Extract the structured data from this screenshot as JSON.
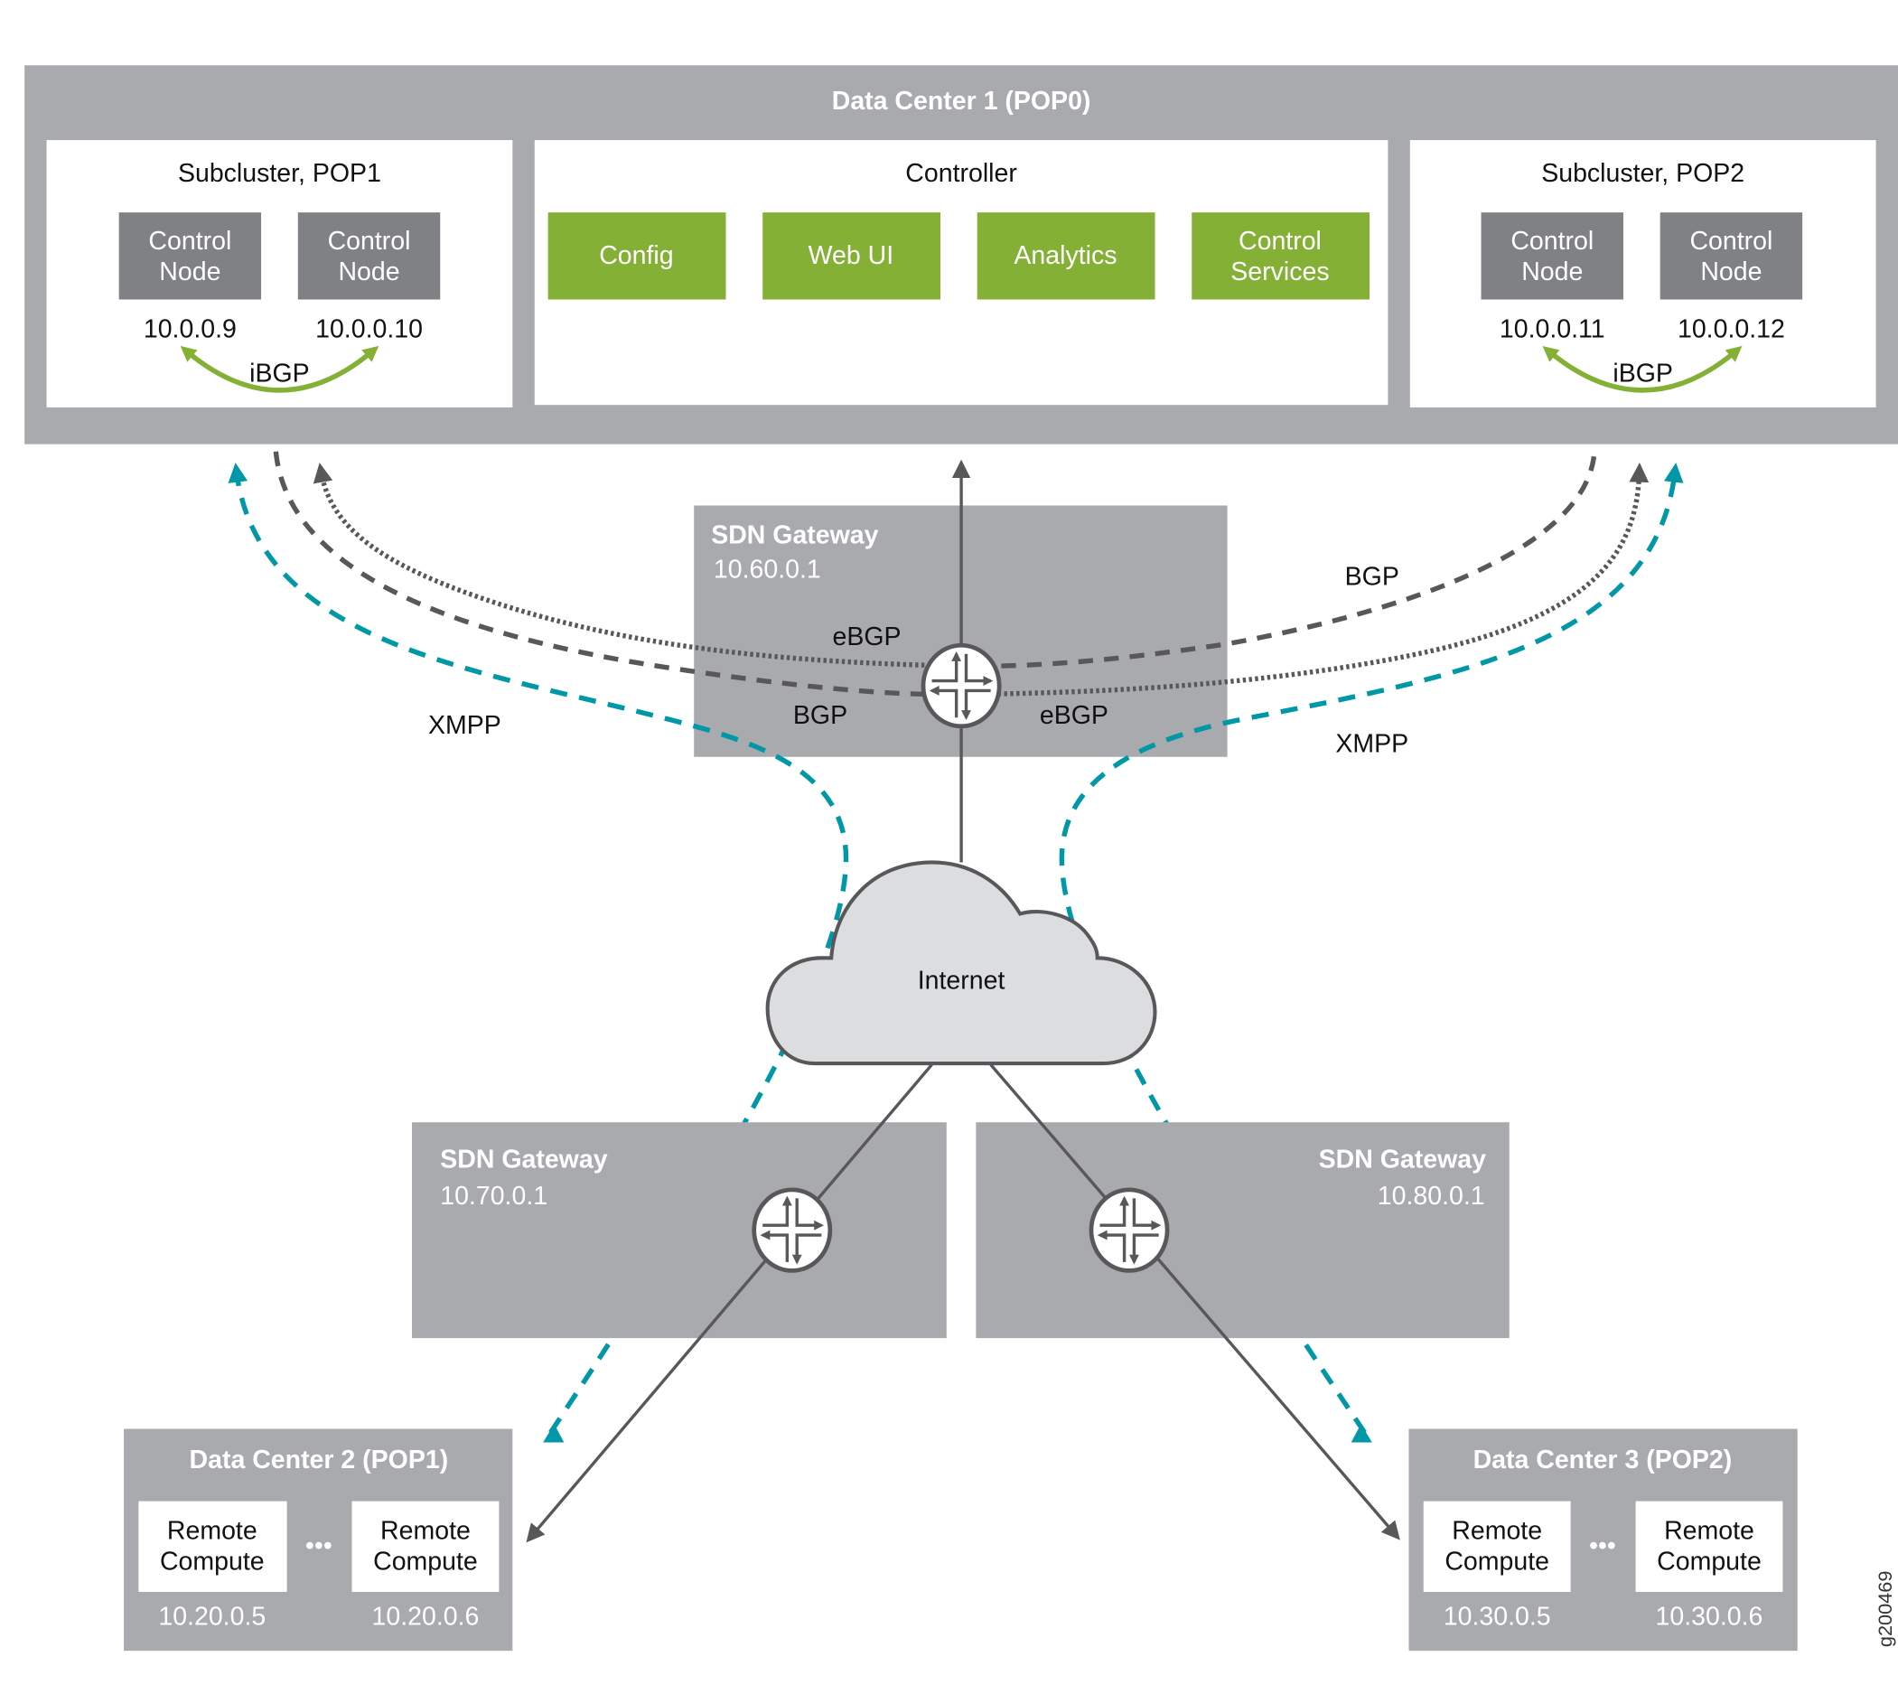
{
  "colors": {
    "panel_gray": "#a9aaad",
    "node_dark": "#808184",
    "green": "#84b135",
    "teal": "#0097a7",
    "line_dark": "#58585a",
    "cloud_fill": "#dcdddf",
    "white": "#ffffff"
  },
  "data_center_1": {
    "title": "Data Center 1 (POP0)",
    "subcluster_pop1": {
      "title": "Subcluster, POP1",
      "nodes": [
        {
          "line1": "Control",
          "line2": "Node",
          "ip": "10.0.0.9"
        },
        {
          "line1": "Control",
          "line2": "Node",
          "ip": "10.0.0.10"
        }
      ],
      "peering_label": "iBGP"
    },
    "controller": {
      "title": "Controller",
      "services": [
        {
          "line1": "Config",
          "line2": ""
        },
        {
          "line1": "Web UI",
          "line2": ""
        },
        {
          "line1": "Analytics",
          "line2": ""
        },
        {
          "line1": "Control",
          "line2": "Services"
        }
      ]
    },
    "subcluster_pop2": {
      "title": "Subcluster, POP2",
      "nodes": [
        {
          "line1": "Control",
          "line2": "Node",
          "ip": "10.0.0.11"
        },
        {
          "line1": "Control",
          "line2": "Node",
          "ip": "10.0.0.12"
        }
      ],
      "peering_label": "iBGP"
    }
  },
  "gateways": {
    "central": {
      "title": "SDN Gateway",
      "ip": "10.60.0.1"
    },
    "left": {
      "title": "SDN Gateway",
      "ip": "10.70.0.1"
    },
    "right": {
      "title": "SDN Gateway",
      "ip": "10.80.0.1"
    }
  },
  "internet": {
    "label": "Internet"
  },
  "protocol_labels": {
    "xmpp_left": "XMPP",
    "xmpp_right": "XMPP",
    "bgp_left": "BGP",
    "bgp_right": "BGP",
    "ebgp_left": "eBGP",
    "ebgp_right": "eBGP"
  },
  "data_center_2": {
    "title": "Data Center 2 (POP1)",
    "computes": [
      {
        "line1": "Remote",
        "line2": "Compute",
        "ip": "10.20.0.5"
      },
      {
        "line1": "Remote",
        "line2": "Compute",
        "ip": "10.20.0.6"
      }
    ],
    "ellipsis": "•••"
  },
  "data_center_3": {
    "title": "Data Center 3 (POP2)",
    "computes": [
      {
        "line1": "Remote",
        "line2": "Compute",
        "ip": "10.30.0.5"
      },
      {
        "line1": "Remote",
        "line2": "Compute",
        "ip": "10.30.0.6"
      }
    ],
    "ellipsis": "•••"
  },
  "figure_id": "g200469"
}
